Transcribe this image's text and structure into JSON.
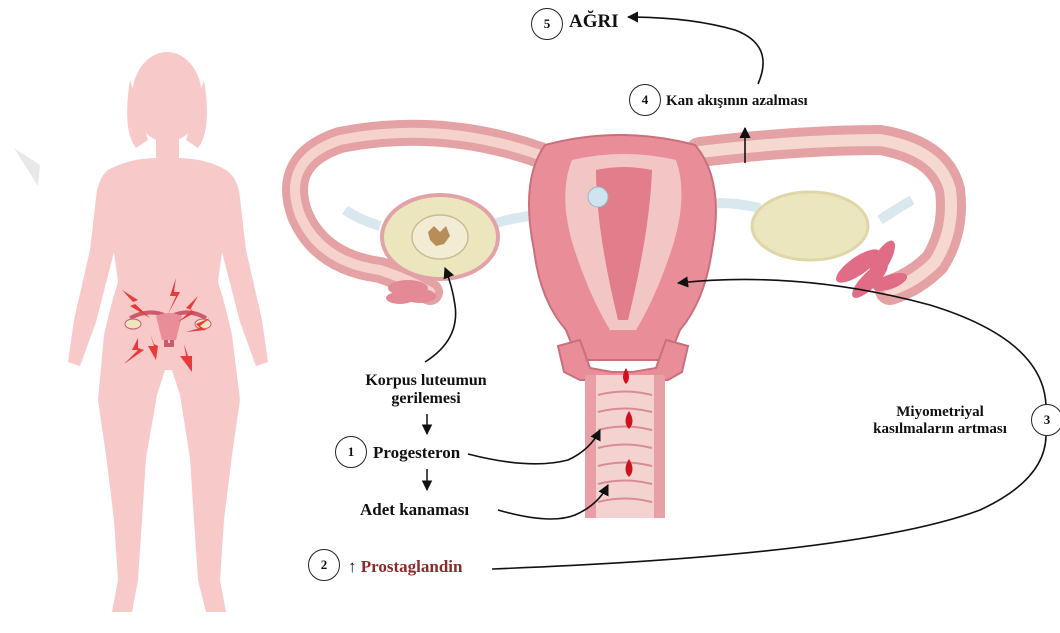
{
  "labels": {
    "pain": "AĞRI",
    "blood_flow": "Kan akışının azalması",
    "corpus_line1": "Korpus luteumun",
    "corpus_line2": "gerilemesi",
    "progesterone": "Progesteron",
    "menstruation": "Adet kanaması",
    "prostaglandin": "Prostaglandin",
    "prostaglandin_arrow": "↑",
    "myometrial_line1": "Miyometriyal",
    "myometrial_line2": "kasılmaların artması",
    "down_arrow": "↓"
  },
  "steps": {
    "n1": "1",
    "n2": "2",
    "n3": "3",
    "n4": "4",
    "n5": "5"
  },
  "colors": {
    "body_silhouette": "#f7c9c9",
    "uterus_muscle": "#e98e98",
    "endometrium": "#f3c6c6",
    "ovary": "#ece6bf",
    "blood": "#d0101c",
    "prostaglandin_text": "#8b2a2a",
    "pain_bolt": "#e63b3b"
  }
}
